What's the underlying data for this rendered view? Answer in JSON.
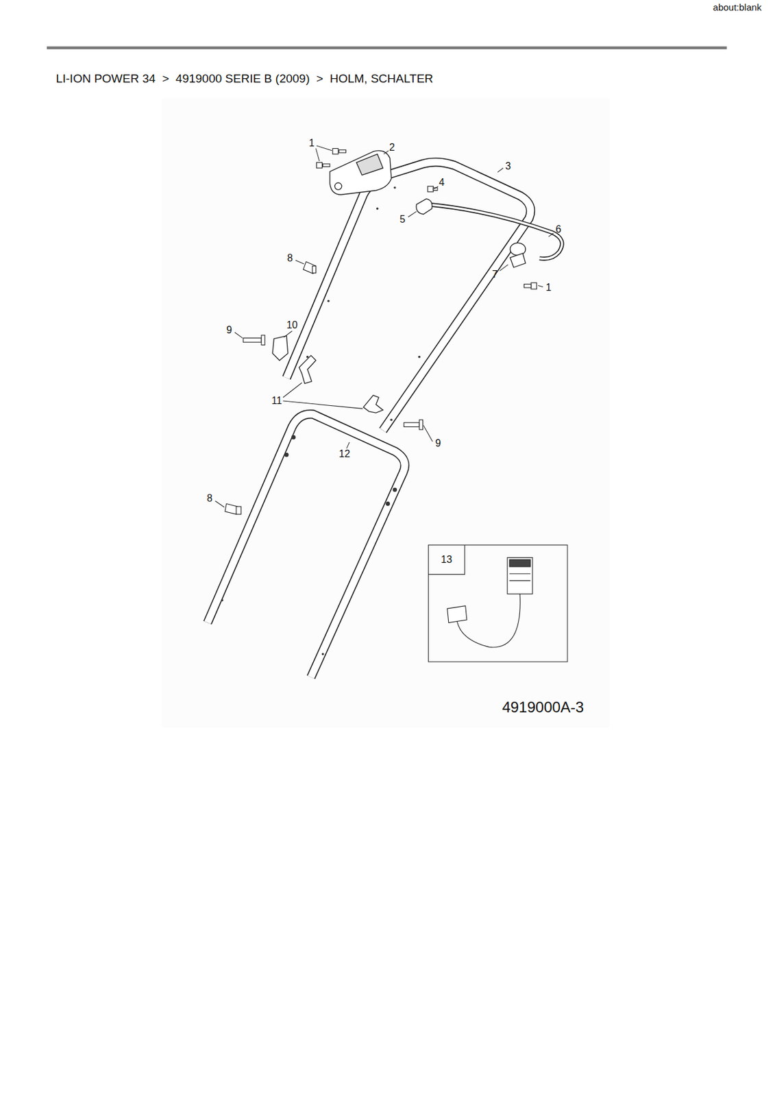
{
  "diagram": {
    "title": "LI-ION POWER 34  >  4919000 SERIE B (2009)  >  HOLM, SCHALTER",
    "nodes": [
      {
        "text": [
          "13"
        ]
      }
    ],
    "labels": [
      "about:blank",
      "1",
      "2",
      "3",
      "4",
      "5",
      "6",
      "7",
      "1",
      "8",
      "9",
      "10",
      "11",
      "9",
      "12",
      "8",
      "4919000A-3"
    ]
  }
}
